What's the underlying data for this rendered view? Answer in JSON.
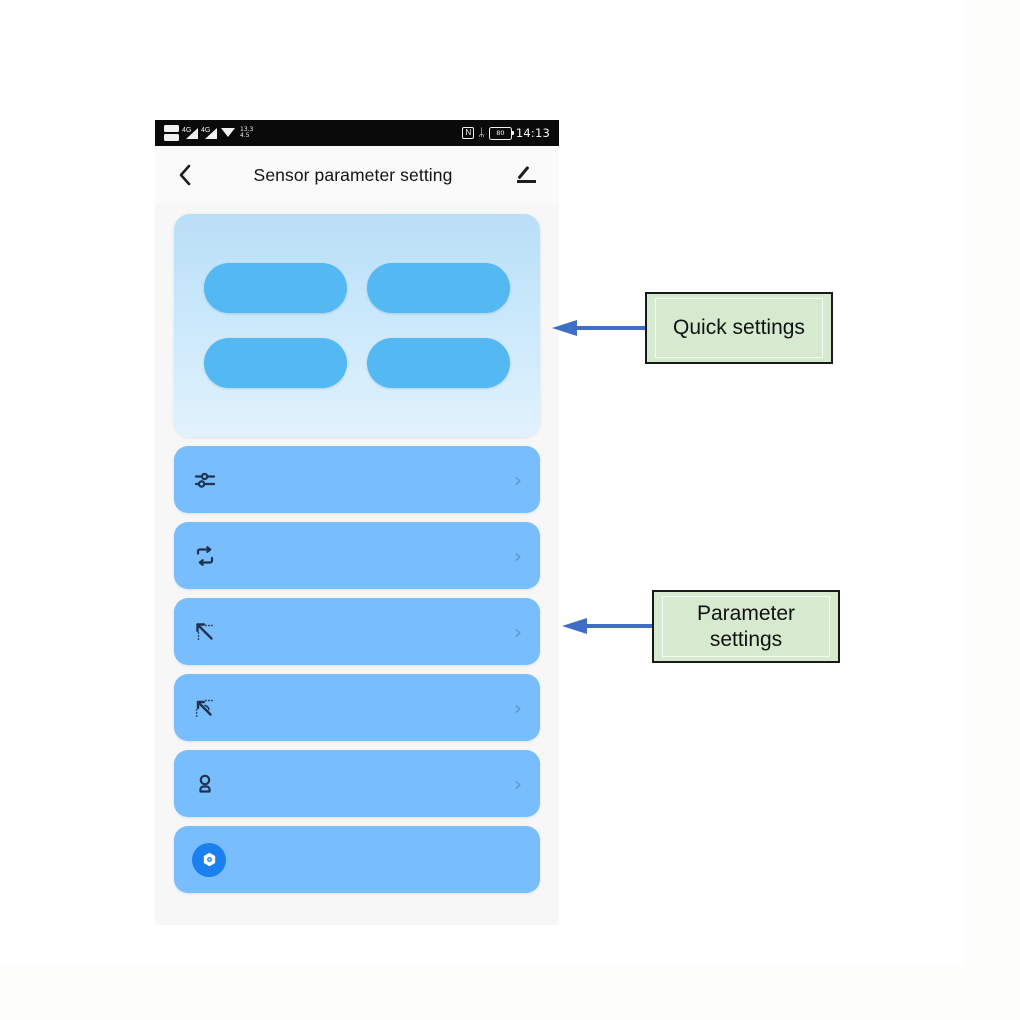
{
  "page": {
    "background_color": "#fdfefb",
    "plate_color": "#ffffff"
  },
  "phone": {
    "status_bar": {
      "sim_badge_1": "SIM",
      "sim_badge_2": "SIM",
      "signal_1_label": "4G",
      "signal_2_label": "4G",
      "wifi_label": "wifi",
      "data_rate_up": "13.3",
      "data_rate_down": "4.5",
      "nfc_label": "N",
      "bluetooth_glyph": "ᛦ",
      "battery_level": "80",
      "time": "14:13"
    },
    "app_bar": {
      "back_glyph": "‹",
      "title": "Sensor parameter setting",
      "edit_icon_name": "edit-pencil-icon"
    },
    "quick_settings": {
      "card_name": "quick-settings-card",
      "tiles": [
        {
          "id": "tile-1",
          "label": ""
        },
        {
          "id": "tile-2",
          "label": ""
        },
        {
          "id": "tile-3",
          "label": ""
        },
        {
          "id": "tile-4",
          "label": ""
        }
      ],
      "tile_color": "#54b8f2",
      "card_color": "#c9e8fb"
    },
    "parameter_rows": [
      {
        "icon": "sliders-tune-icon",
        "label": "",
        "chevron": "›",
        "has_chevron": true
      },
      {
        "icon": "loop-repeat-icon",
        "label": "",
        "chevron": "›",
        "has_chevron": true
      },
      {
        "icon": "diagonal-arrow-up-left-icon",
        "label": "",
        "chevron": "›",
        "has_chevron": true
      },
      {
        "icon": "diagonal-arrow-up-left-dotted-icon",
        "label": "",
        "chevron": "›",
        "has_chevron": true
      },
      {
        "icon": "person-user-icon",
        "label": "",
        "chevron": "›",
        "has_chevron": true
      },
      {
        "icon": "gear-badge-icon",
        "label": "",
        "chevron": "",
        "has_chevron": false
      }
    ],
    "row_color": "#78bdfc"
  },
  "annotations": {
    "box_fill": "#d6ead0",
    "box_border": "#1a1a1a",
    "arrow_color": "#3f6fc4",
    "callouts": [
      {
        "id": "quick",
        "text": "Quick settings"
      },
      {
        "id": "param",
        "text": "Parameter\nsettings"
      }
    ],
    "quick_label": "Quick settings",
    "param_label_line1": "Parameter",
    "param_label_line2": "settings"
  }
}
